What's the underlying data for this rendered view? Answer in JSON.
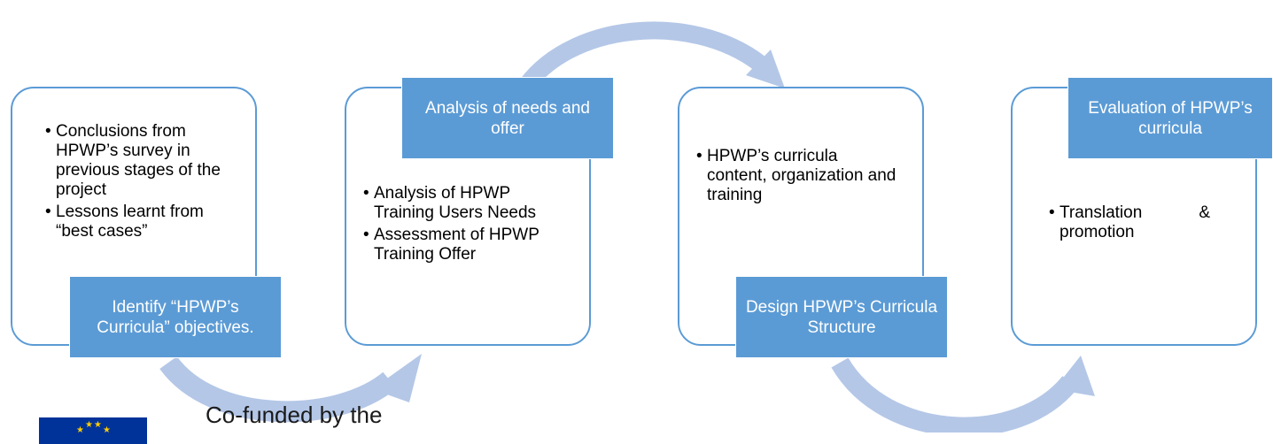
{
  "colors": {
    "card_border": "#5b9bd5",
    "label_fill": "#5b9bd5",
    "arrow": "#b4c7e7",
    "eu_blue": "#003399",
    "eu_yellow": "#ffcc00"
  },
  "stages": [
    {
      "label": "Identify “HPWP’s Curricula” objectives.",
      "bullets": [
        "Conclusions from HPWP’s survey in previous stages of the project",
        "Lessons learnt from “best cases”"
      ]
    },
    {
      "label": "Analysis of needs and offer",
      "bullets": [
        "Analysis of HPWP Training Users Needs",
        "Assessment of HPWP Training Offer"
      ]
    },
    {
      "label": "Design HPWP’s Curricula Structure",
      "bullets": [
        "HPWP’s  curricula content, organization and training"
      ]
    },
    {
      "label": "Evaluation of HPWP’s curricula",
      "bullets": [
        "Translation",
        "&",
        "promotion"
      ]
    }
  ],
  "footer": {
    "cofunded_text": "Co-funded by the"
  },
  "icons": {
    "arrows": "curved-arrow-icon",
    "flag": "eu-flag-icon"
  }
}
